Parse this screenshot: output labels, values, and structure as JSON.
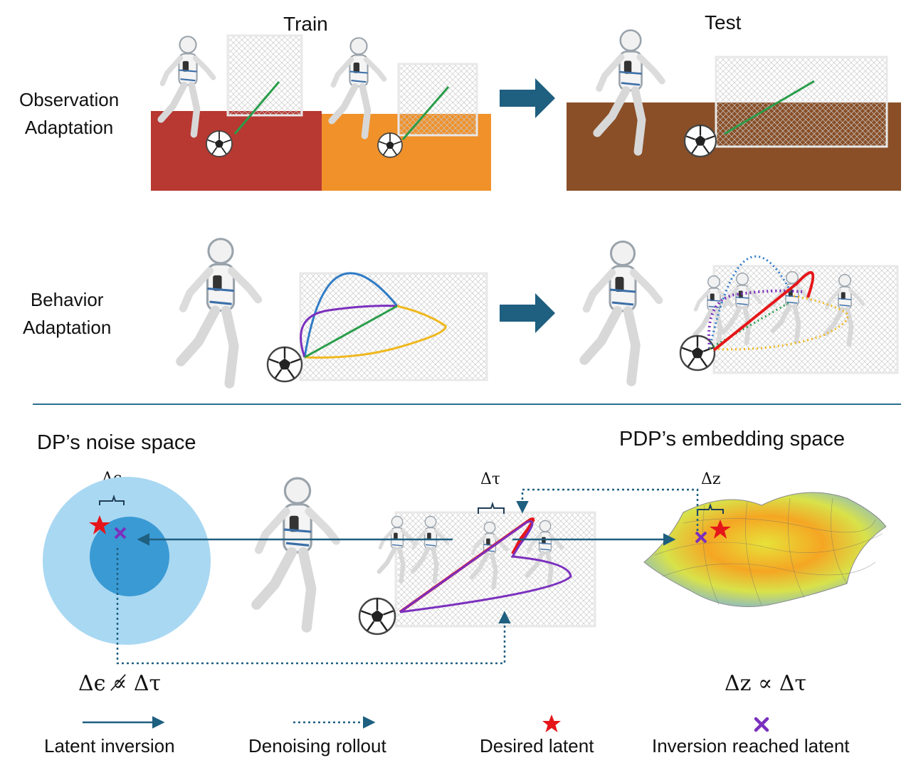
{
  "headers": {
    "train": "Train",
    "test": "Test"
  },
  "rows": {
    "observation": [
      "Observation",
      "Adaptation"
    ],
    "behavior": [
      "Behavior",
      "Adaptation"
    ]
  },
  "spaces": {
    "dp_title": "DP’s noise space",
    "pdp_title": "PDP’s embedding space",
    "delta_eps": "Δϵ",
    "delta_tau": "Δτ",
    "delta_z": "Δz"
  },
  "formulas": {
    "dp": "Δϵ ∝̸ Δτ",
    "pdp": "Δz ∝ Δτ"
  },
  "legend": [
    {
      "label": "Latent inversion",
      "icon": "solid-arrow"
    },
    {
      "label": "Denoising rollout",
      "icon": "dotted-arrow"
    },
    {
      "label": "Desired latent",
      "icon": "red-star"
    },
    {
      "label": "Inversion reached latent",
      "icon": "purple-x"
    }
  ],
  "colors": {
    "arrow": "#1f5f80",
    "floor_red": "#b83832",
    "floor_orange": "#f0912a",
    "floor_brown": "#8a4f27",
    "trajectory_blue": "#2e7bc6",
    "trajectory_purple": "#7b2fbe",
    "trajectory_yellow": "#f0b820",
    "trajectory_green": "#2a9d4a",
    "trajectory_red": "#e5161a",
    "noise_outer": "#a9d8f2",
    "noise_inner": "#3a9ad4"
  }
}
